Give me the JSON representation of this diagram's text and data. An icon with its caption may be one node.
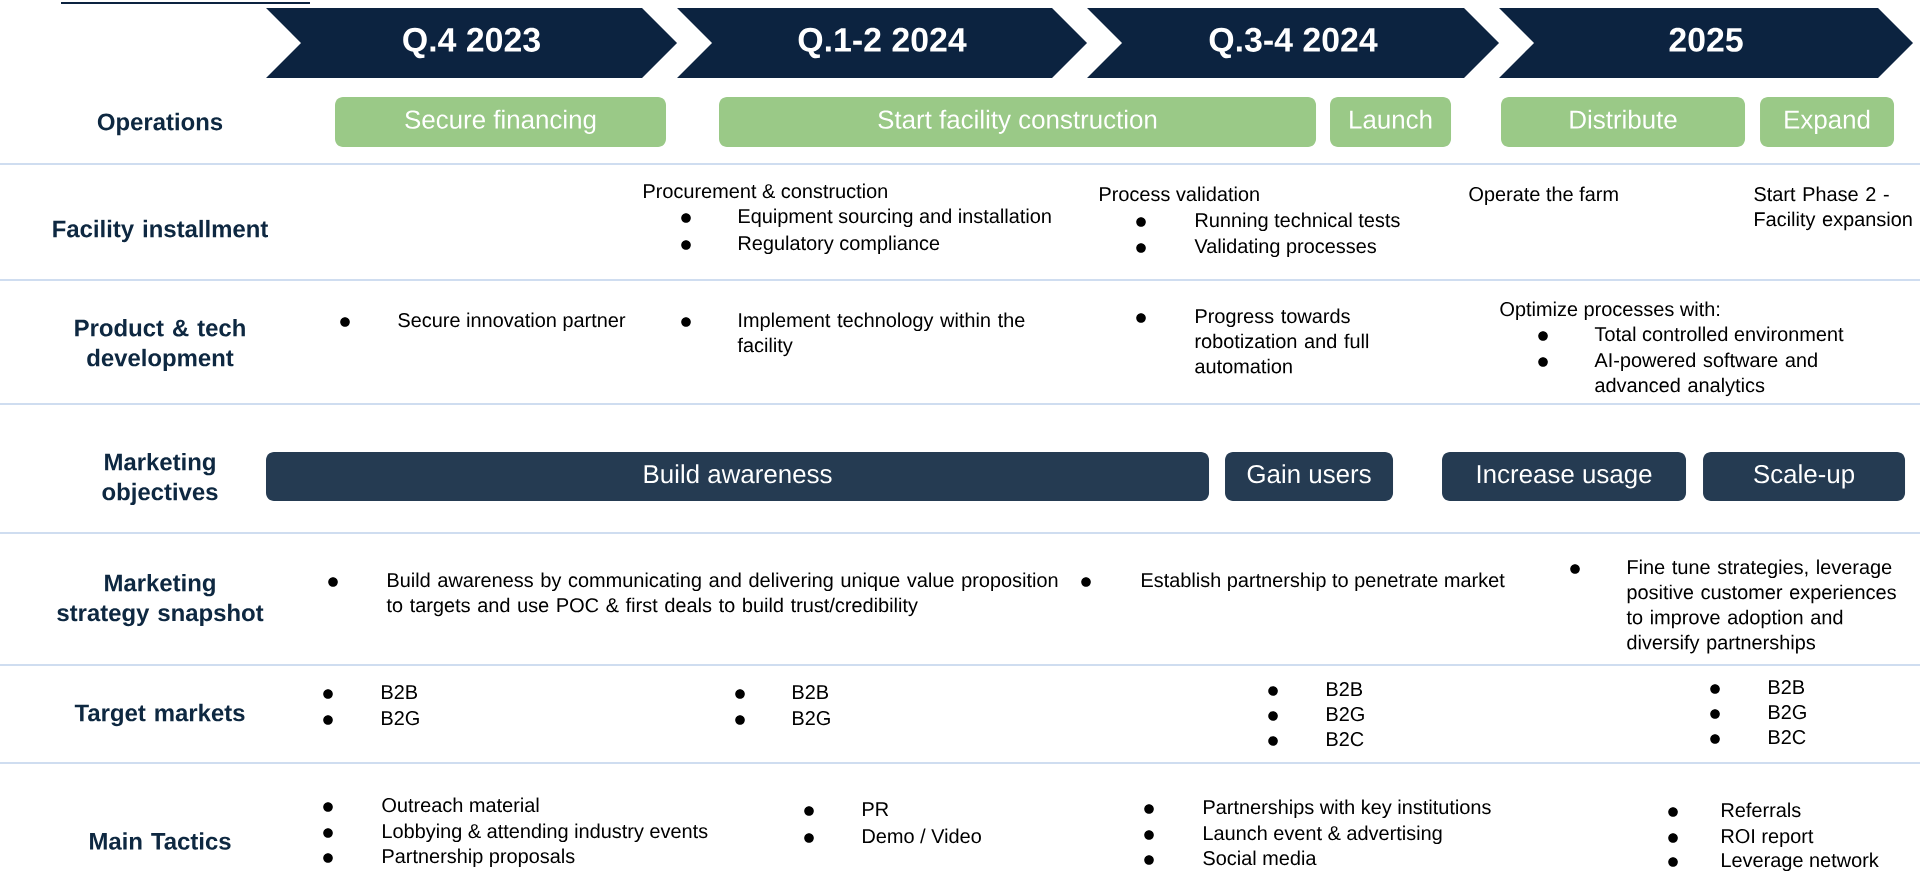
{
  "diagram": {
    "nodes": [
      {
        "text": [
          "Q.4 2023"
        ]
      },
      {
        "text": [
          "Q.1-2 2024"
        ]
      },
      {
        "text": [
          "Q.3-4 2024"
        ]
      },
      {
        "text": [
          "2025"
        ]
      },
      {
        "text": [
          "Secure financing"
        ]
      },
      {
        "text": [
          "Start facility construction"
        ]
      },
      {
        "text": [
          "Launch"
        ]
      },
      {
        "text": [
          "Distribute"
        ]
      },
      {
        "text": [
          "Expand"
        ]
      },
      {
        "text": [
          "Build awareness"
        ]
      },
      {
        "text": [
          "Gain users"
        ]
      },
      {
        "text": [
          "Increase usage"
        ]
      },
      {
        "text": [
          "Scale-up"
        ]
      }
    ],
    "labels": [
      "Operations",
      "Facility installment",
      "Procurement & construction",
      "Equipment sourcing and installation",
      "Regulatory compliance",
      "Process validation",
      "Running technical tests",
      "Validating processes",
      "Operate the farm",
      "Start Phase 2 - Facility expansion",
      "Product & tech development",
      "Secure innovation partner",
      "Implement technology within the facility",
      "Progress towards robotization and full automation",
      "Optimize processes with:",
      "Total controlled environment",
      "AI-powered software and advanced analytics",
      "Marketing objectives",
      "Marketing strategy snapshot",
      "Build awareness by communicating and delivering unique value proposition to targets and use POC & first deals to build trust/credibility",
      "Establish partnership to penetrate market",
      "Fine tune strategies, leverage positive customer experiences to improve adoption and diversify partnerships",
      "Target markets",
      "B2B",
      "B2G",
      "B2B",
      "B2G",
      "B2B",
      "B2G",
      "B2C",
      "B2B",
      "B2G",
      "B2C",
      "Main Tactics",
      "Outreach material",
      "Lobbying & attending industry events",
      "Partnership proposals",
      "PR",
      "Demo / Video",
      "Partnerships with key institutions",
      "Launch event & advertising",
      "Social media",
      "Referrals",
      "ROI report",
      "Leverage network"
    ]
  }
}
